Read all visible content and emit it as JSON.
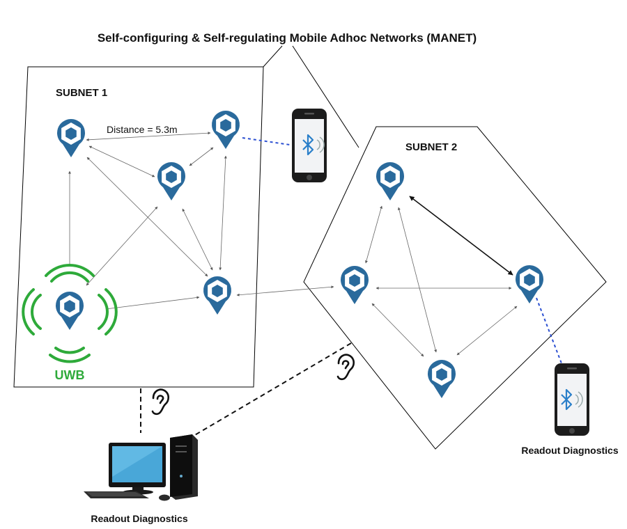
{
  "title": "Self-configuring & Self-regulating Mobile Adhoc Networks (MANET)",
  "subnets": [
    {
      "label": "SUBNET 1"
    },
    {
      "label": "SUBNET 2"
    }
  ],
  "distance_label": "Distance = 5.3m",
  "uwb_label": "UWB",
  "readout_labels": {
    "phone": "Readout Diagnostics",
    "computer": "Readout Diagnostics"
  },
  "colors": {
    "node_blue": "#2a6a9c",
    "uwb_green": "#2eaa3a",
    "bluetooth_blue": "#2a7fc9",
    "link_dash_blue": "#2b4fd1"
  },
  "icons": [
    "location-pin-node-icon",
    "smartphone-icon",
    "bluetooth-icon",
    "ear-icon",
    "desktop-computer-icon",
    "uwb-signal-icon"
  ]
}
